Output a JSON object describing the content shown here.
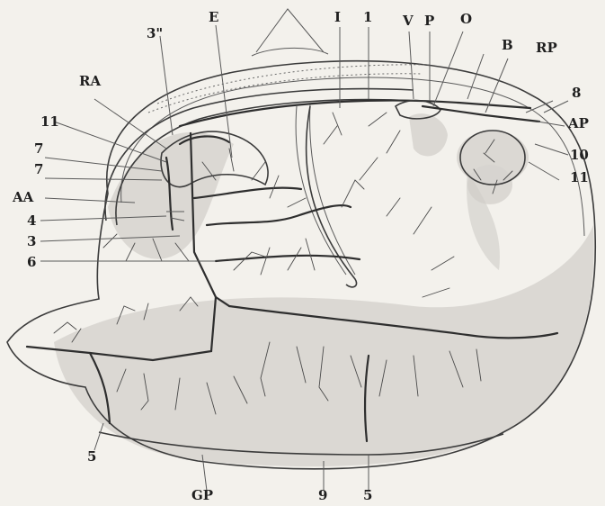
{
  "labels": {
    "E": "E",
    "I": "I",
    "one": "1",
    "V": "V",
    "P": "P",
    "O": "O",
    "B": "B",
    "RP": "RP",
    "eight": "8",
    "AP": "AP",
    "ten": "10",
    "eleven_right": "11",
    "three_dbl": "3\"",
    "RA": "RA",
    "eleven_left": "11",
    "seven_a": "7",
    "seven_b": "7",
    "AA": "AA",
    "four": "4",
    "three": "3",
    "six": "6",
    "five_left": "5",
    "GP": "GP",
    "nine": "9",
    "five_bottom": "5"
  }
}
